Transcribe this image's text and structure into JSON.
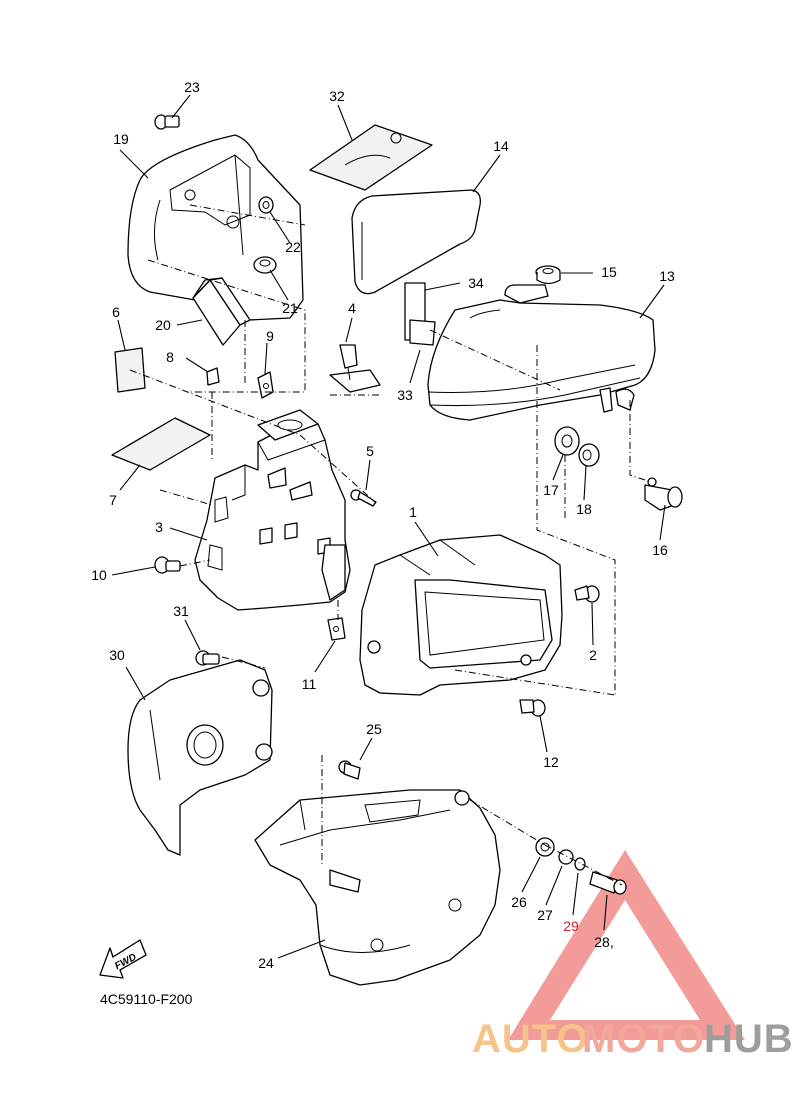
{
  "diagram": {
    "callouts": {
      "c1": "1",
      "c2": "2",
      "c3": "3",
      "c4": "4",
      "c5": "5",
      "c6": "6",
      "c7": "7",
      "c8": "8",
      "c9": "9",
      "c10": "10",
      "c11": "11",
      "c12": "12",
      "c13": "13",
      "c14": "14",
      "c15": "15",
      "c16": "16",
      "c17": "17",
      "c18": "18",
      "c19": "19",
      "c20": "20",
      "c21": "21",
      "c22": "22",
      "c23": "23",
      "c24": "24",
      "c25": "25",
      "c26": "26",
      "c27": "27",
      "c28": "28,",
      "c29": "29",
      "c30": "30",
      "c31": "31",
      "c32": "32",
      "c33": "33",
      "c34": "34"
    },
    "direction_label": "FWD",
    "diagram_code": "4C59110-F200"
  },
  "watermark": {
    "part1": "AUTO",
    "part2": "MOTO",
    "part3": "HUB",
    "colors": {
      "auto": "#f4c48a",
      "moto": "#f3a79a",
      "hub": "#9d9d9d",
      "triangle": "#f08a86"
    }
  }
}
